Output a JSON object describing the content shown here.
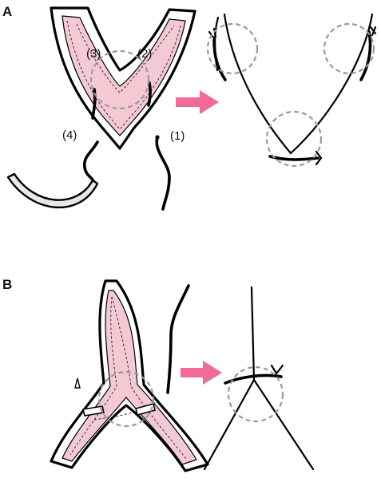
{
  "panels": {
    "a": {
      "label": "A"
    },
    "b": {
      "label": "B"
    }
  },
  "stitch_labels": [
    "(1)",
    "(2)",
    "(3)",
    "(4)"
  ],
  "colors": {
    "tissue": "#f4c9d4",
    "arrow": "#f06a9a",
    "guide_circle": "#9a9a9a",
    "line": "#000000"
  }
}
